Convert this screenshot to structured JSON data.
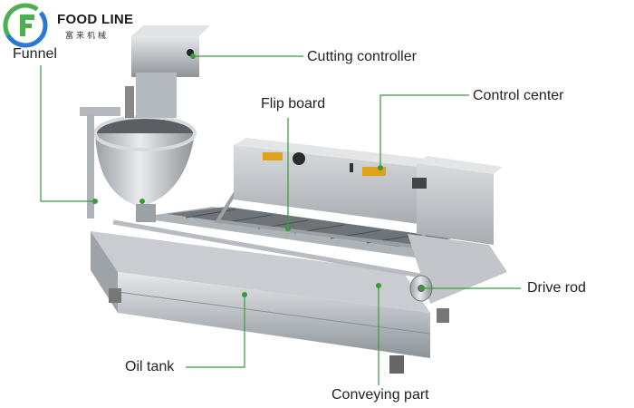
{
  "brand": {
    "name": "FOOD LINE",
    "subtitle": "富来机械"
  },
  "colors": {
    "leader_line": "#3a9a3a",
    "logo_green": "#4caf50",
    "logo_blue": "#2979d6"
  },
  "labels": {
    "funnel": "Funnel",
    "cutting_controller": "Cutting controller",
    "flip_board": "Flip board",
    "control_center": "Control center",
    "drive_rod": "Drive rod",
    "oil_tank": "Oil tank",
    "conveying_part": "Conveying part"
  }
}
